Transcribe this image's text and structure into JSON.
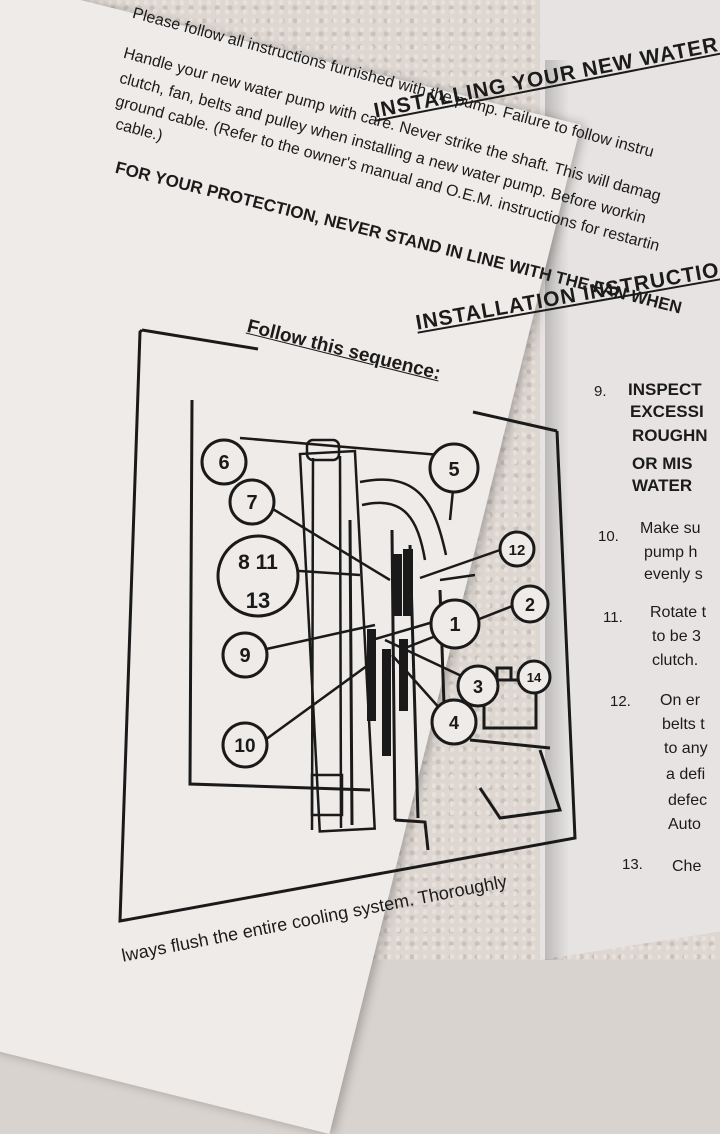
{
  "intro": {
    "line1": "Please follow all instructions furnished with the pump. Failure to follow instru",
    "title": "INSTALLING YOUR NEW WATER P",
    "para_lines": [
      "Handle your new water pump with care. Never strike the shaft. This will damag",
      "clutch, fan, belts and pulley when installing a new water pump. Before workin",
      "ground cable. (Refer to the owner's manual and O.E.M. instructions for restartin",
      "cable.)"
    ],
    "warning": "FOR YOUR PROTECTION, NEVER STAND IN LINE WITH THE FAN WHEN"
  },
  "installation_title": "INSTALLATION INSTRUCTIO",
  "diagram": {
    "heading": "Follow this sequence:",
    "callouts": [
      "6",
      "5",
      "7",
      "12",
      "8 11",
      "13",
      "1",
      "2",
      "9",
      "3",
      "14",
      "10",
      "4"
    ]
  },
  "steps": [
    {
      "num": "9.",
      "lines": [
        "INSPECT",
        "EXCESSI",
        "ROUGHN",
        "OR MIS",
        "WATER"
      ]
    },
    {
      "num": "10.",
      "lines": [
        "Make su",
        "pump h",
        "evenly s"
      ]
    },
    {
      "num": "11.",
      "lines": [
        "Rotate t",
        "to be 3",
        "clutch."
      ]
    },
    {
      "num": "12.",
      "lines": [
        "On er",
        "belts t",
        "to any",
        "a defi",
        "defec",
        "Auto"
      ]
    },
    {
      "num": "13.",
      "lines": [
        "Che"
      ]
    }
  ],
  "footer_text": "lways flush the entire cooling system. Thoroughly"
}
